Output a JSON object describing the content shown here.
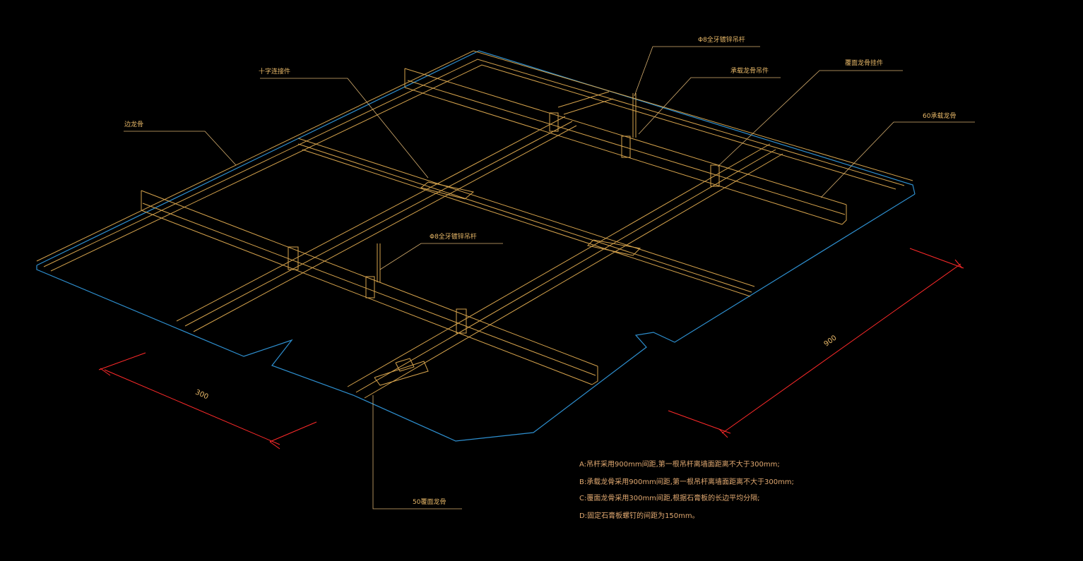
{
  "colors": {
    "background": "#000000",
    "framing": "#d4a24c",
    "board": "#2e8fcf",
    "dimension": "#ff2a2a",
    "leader": "#d8b070",
    "text": "#e8b868"
  },
  "labels": {
    "cross_connector": "十字连接件",
    "edge_keel": "边龙骨",
    "rod_top": "Φ8全牙镀锌吊杆",
    "main_keel_hanger": "承载龙骨吊件",
    "cover_keel_hanger": "覆面龙骨挂件",
    "main_keel_60": "60承载龙骨",
    "rod_mid": "Φ8全牙镀锌吊杆",
    "cover_keel_50": "50覆面龙骨"
  },
  "dimensions": {
    "left": "300",
    "right": "900"
  },
  "notes": [
    "A:吊杆采用900mm间距,第一根吊杆离墙面距离不大于300mm;",
    "B:承载龙骨采用900mm间距,第一根吊杆离墙面距离不大于300mm;",
    "C:覆面龙骨采用300mm间距,根据石膏板的长边平均分隔;",
    "D:固定石膏板螺钉的间距为150mm。"
  ]
}
